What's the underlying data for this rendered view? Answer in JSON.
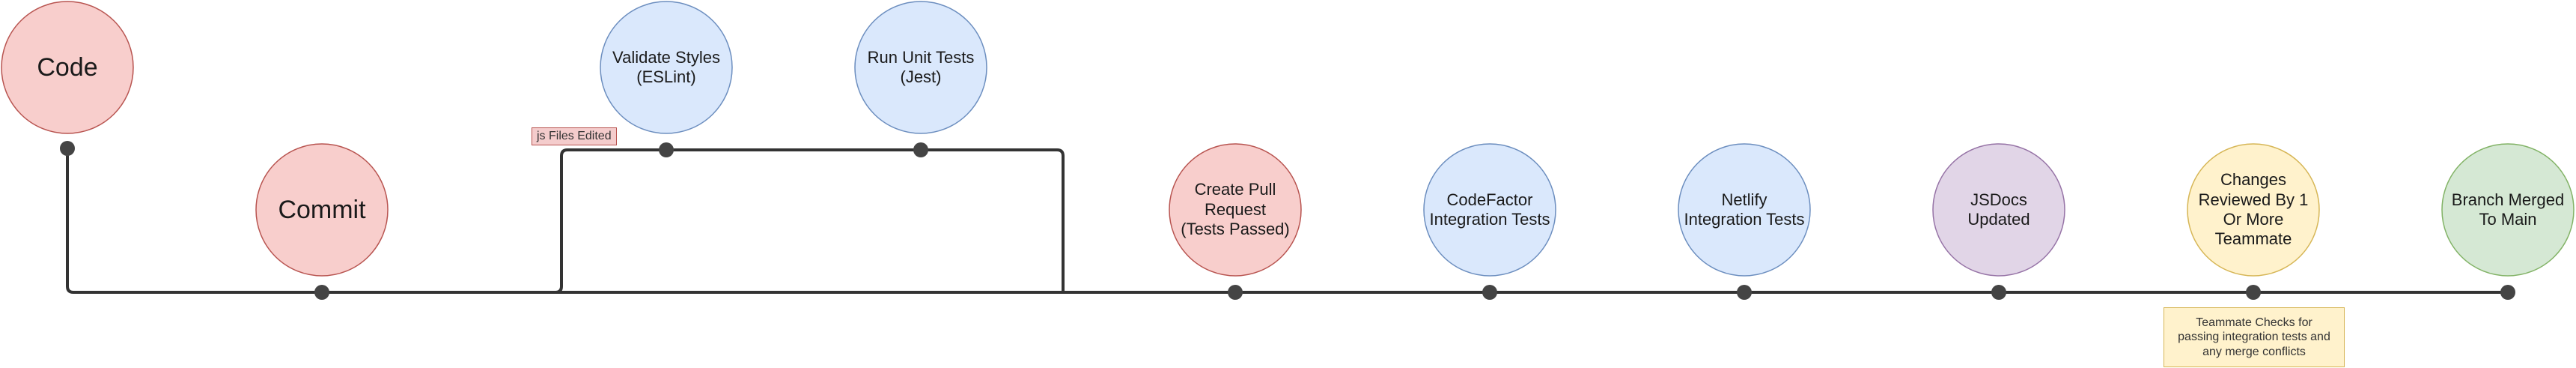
{
  "colors": {
    "code_fill": "#f8cecc",
    "code_stroke": "#b85450",
    "test_fill": "#dae8fc",
    "test_stroke": "#6c8ebf",
    "doc_fill": "#e1d5e7",
    "doc_stroke": "#9673a6",
    "review_fill": "#fff2cc",
    "review_stroke": "#d6b656",
    "merge_fill": "#d5e8d4",
    "merge_stroke": "#82b366",
    "line": "#333333",
    "dot": "#444444"
  },
  "nodes": {
    "code": "Code",
    "commit": "Commit",
    "eslint": "Validate Styles\n(ESLint)",
    "jest": "Run Unit Tests\n(Jest)",
    "pull_request": "Create Pull\nRequest\n(Tests Passed)",
    "codefactor": "CodeFactor\nIntegration Tests",
    "netlify": "Netlify\nIntegration Tests",
    "jsdocs": "JSDocs\nUpdated",
    "review": "Changes\nReviewed By 1\nOr More\nTeammate",
    "merge": "Branch Merged\nTo Main"
  },
  "labels": {
    "js_edited": "js Files Edited",
    "teammate_checks": "Teammate Checks for\npassing integration tests and\nany merge conflicts"
  }
}
